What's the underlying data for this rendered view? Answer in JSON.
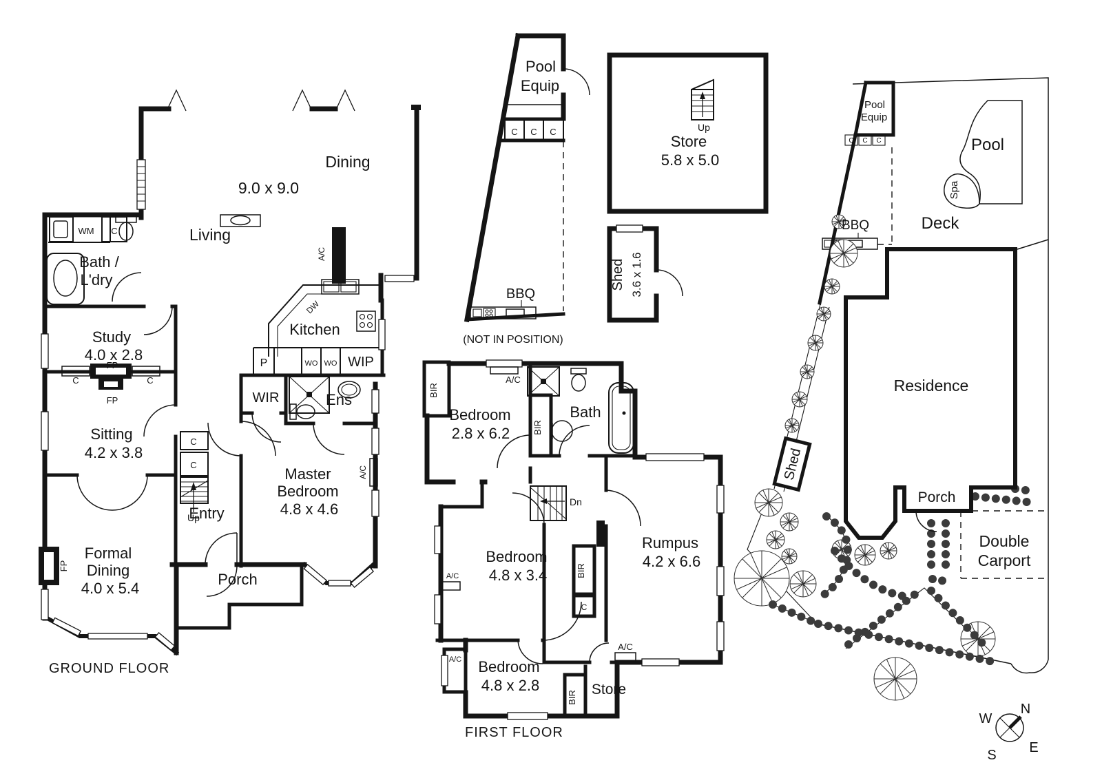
{
  "tokens": {
    "c": "C",
    "fp": "FP",
    "ac": "A/C",
    "bir": "BIR",
    "wo": "WO",
    "wm": "WM",
    "p": "P",
    "dw": "DW",
    "up": "Up",
    "dn": "Dn",
    "wip": "WIP",
    "wir": "WIR",
    "bbq": "BBQ",
    "spa": "Spa",
    "ens": "Ens"
  },
  "ground": {
    "title": "GROUND FLOOR",
    "dining": "Dining",
    "living": "Living",
    "living_size": "9.0 x 9.0",
    "bath_line1": "Bath /",
    "bath_line2": "L'dry",
    "study": "Study",
    "study_size": "4.0 x 2.8",
    "sitting": "Sitting",
    "sitting_size": "4.2 x 3.8",
    "formal_line1": "Formal",
    "formal_line2": "Dining",
    "formal_size": "4.0 x 5.4",
    "entry": "Entry",
    "porch": "Porch",
    "kitchen": "Kitchen",
    "master_line1": "Master",
    "master_line2": "Bedroom",
    "master_size": "4.8 x 4.6"
  },
  "first": {
    "title": "FIRST FLOOR",
    "bed1": "Bedroom",
    "bed1_size": "2.8 x 6.2",
    "bath": "Bath",
    "bed2": "Bedroom",
    "bed2_size": "4.8 x 3.4",
    "rumpus": "Rumpus",
    "rumpus_size": "4.2 x 6.6",
    "bed3": "Bedroom",
    "bed3_size": "4.8 x 2.8",
    "store": "Store"
  },
  "outbuildings": {
    "pool_equip_line1": "Pool",
    "pool_equip_line2": "Equip",
    "not_in_position": "(NOT IN POSITION)",
    "store": "Store",
    "store_size": "5.8 x 5.0",
    "shed": "Shed",
    "shed_size": "3.6 x 1.6"
  },
  "site": {
    "pool_equip_line1": "Pool",
    "pool_equip_line2": "Equip",
    "pool": "Pool",
    "spa": "Spa",
    "deck": "Deck",
    "bbq": "BBQ",
    "residence": "Residence",
    "shed": "Shed",
    "porch": "Porch",
    "carport_line1": "Double",
    "carport_line2": "Carport"
  },
  "compass": {
    "n": "N",
    "e": "E",
    "s": "S",
    "w": "W"
  }
}
